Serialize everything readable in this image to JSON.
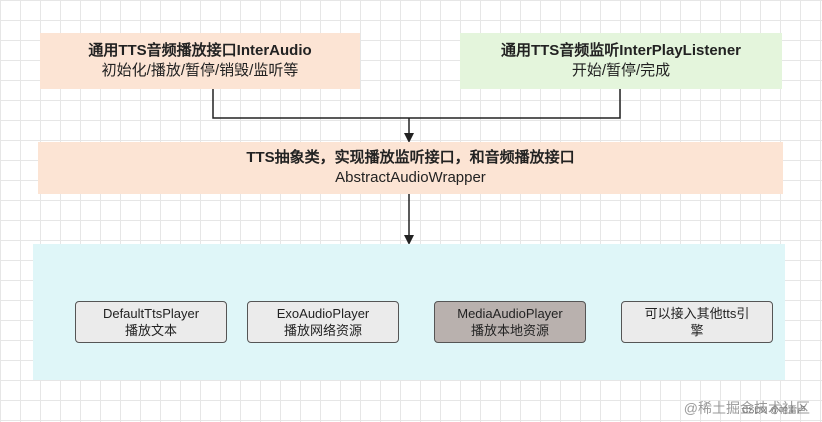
{
  "interfaces": {
    "audio": {
      "title": "通用TTS音频播放接口InterAudio",
      "desc": "初始化/播放/暂停/销毁/监听等"
    },
    "listener": {
      "title": "通用TTS音频监听InterPlayListener",
      "desc": "开始/暂停/完成"
    }
  },
  "abstract": {
    "title": "TTS抽象类，实现播放监听接口，和音频播放接口",
    "name": "AbstractAudioWrapper"
  },
  "implementations": [
    {
      "name": "DefaultTtsPlayer",
      "desc": "播放文本"
    },
    {
      "name": "ExoAudioPlayer",
      "desc": "播放网络资源"
    },
    {
      "name": "MediaAudioPlayer",
      "desc": "播放本地资源"
    },
    {
      "name": "可以接入其他tts引",
      "desc": "擎"
    }
  ],
  "watermark": {
    "text": "@稀土掘金技术社区",
    "small": "CSDN @帕雷卢"
  }
}
